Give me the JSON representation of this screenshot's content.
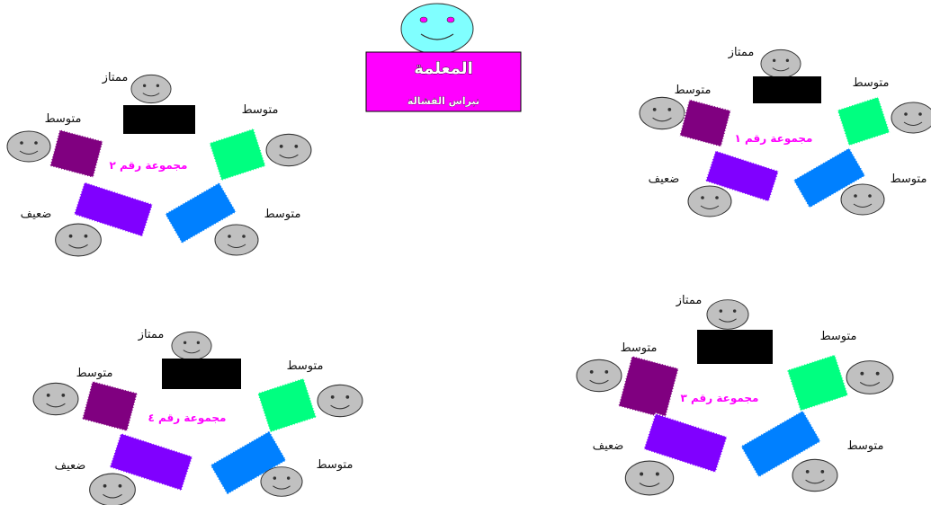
{
  "teacher": {
    "title": "المعلمة",
    "name": "نبراس الفشالة"
  },
  "labels": {
    "excellent": "ممتاز",
    "average": "متوسط",
    "weak": "ضعيف"
  },
  "groups": [
    {
      "label": "مجموعة رقم ١"
    },
    {
      "label": "مجموعة رقم ٢"
    },
    {
      "label": "مجموعة رقم ٣"
    },
    {
      "label": "مجموعة رقم ٤"
    }
  ],
  "colors": {
    "face": "#c0c0c0",
    "teacher_face": "#80ffff",
    "teacher_box": "#ff00ff",
    "excellent_desk": "#000000",
    "average_desk_left": "#800080",
    "average_desk_right": "#00ff80",
    "weak_desk": "#8000ff",
    "average_desk_bottom": "#0080ff",
    "group_label": "#ff00ff"
  }
}
